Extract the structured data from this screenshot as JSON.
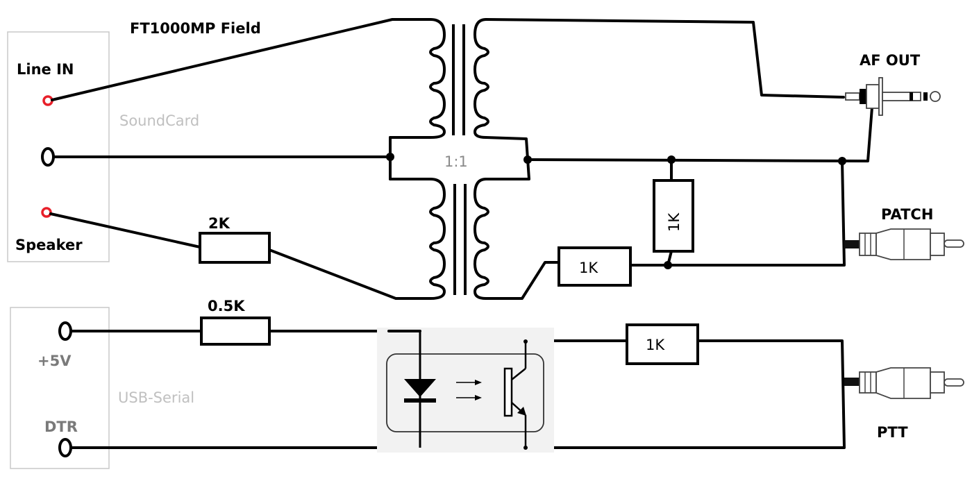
{
  "title": "FT1000MP Field",
  "soundcard": {
    "label": "SoundCard",
    "ports": [
      {
        "name": "Line IN",
        "color": "#e8202a"
      },
      {
        "name": "",
        "color": "#000000"
      },
      {
        "name": "Speaker",
        "color": "#e8202a"
      }
    ]
  },
  "usb_serial": {
    "label": "USB-Serial",
    "ports": [
      {
        "name": "+5V"
      },
      {
        "name": "DTR"
      }
    ]
  },
  "transformer": {
    "ratio": "1:1"
  },
  "resistors": {
    "speaker": "2K",
    "vertical": "1K",
    "patch": "1K",
    "led": "0.5K",
    "ptt": "1K"
  },
  "connectors": {
    "af_out": "AF OUT",
    "patch": "PATCH",
    "ptt": "PTT"
  }
}
